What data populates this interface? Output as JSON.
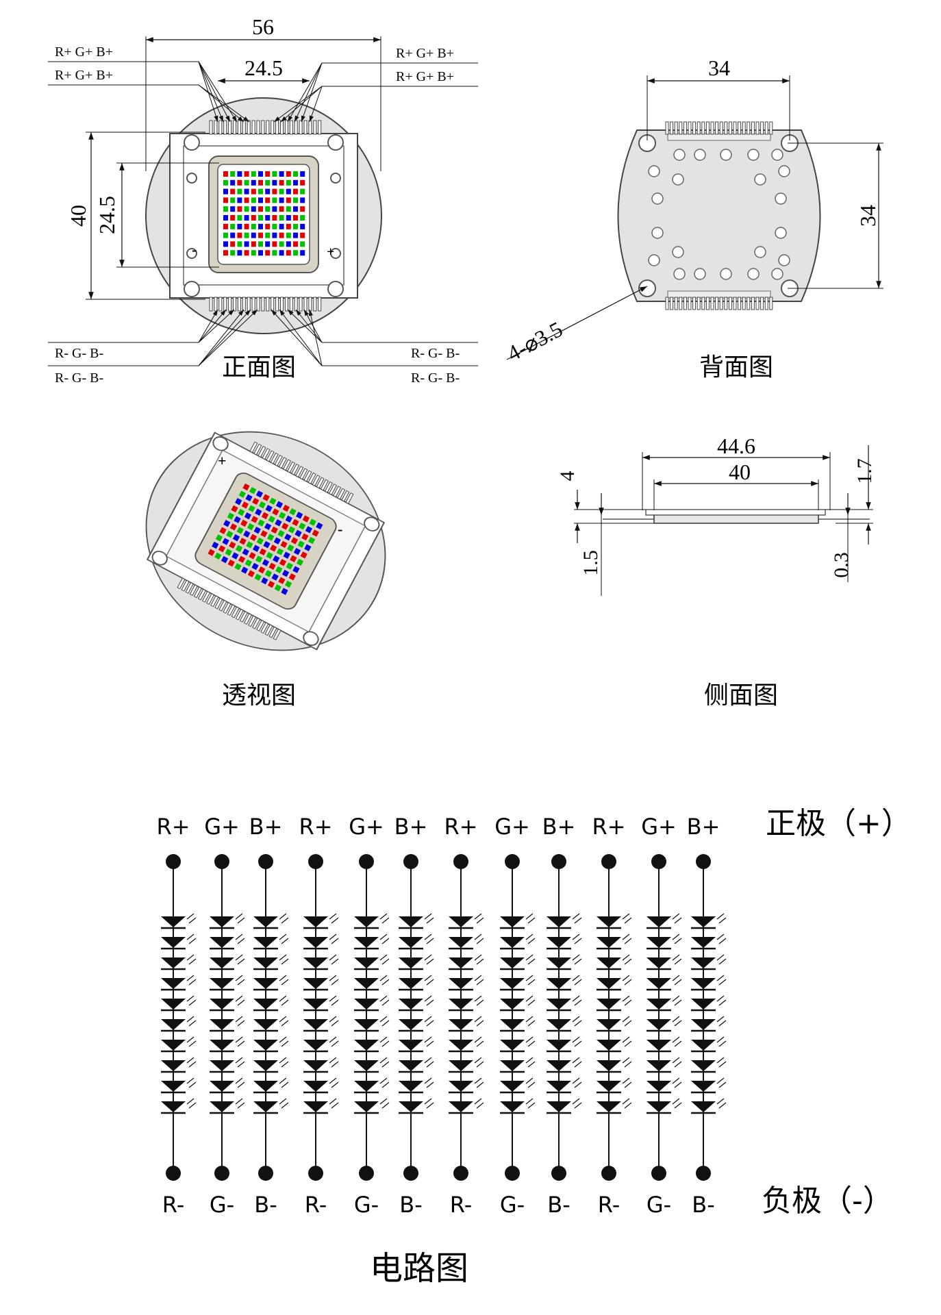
{
  "front_view": {
    "caption": "正面图",
    "dim_width": "56",
    "dim_pitch": "24.5",
    "dim_height": "40",
    "dim_inner": "24.5",
    "top_left_labels": [
      "R+ G+ B+",
      "R+ G+ B+"
    ],
    "top_right_labels": [
      "R+ G+ B+",
      "R+ G+ B+"
    ],
    "bottom_left_labels": [
      "R- G- B-",
      "R- G- B-"
    ],
    "bottom_right_labels": [
      "R- G- B-",
      "R- G- B-"
    ],
    "minus_sign": "-",
    "plus_sign": "+"
  },
  "back_view": {
    "caption": "背面图",
    "dim_width": "34",
    "dim_height": "34",
    "hole_label": "4-⌀3.5"
  },
  "perspective_view": {
    "caption": "透视图",
    "plus_sign": "+",
    "minus_sign": "-"
  },
  "side_view": {
    "caption": "侧面图",
    "dim_total": "44.6",
    "dim_body": "40",
    "dim_4": "4",
    "dim_1_7": "1.7",
    "dim_1_5": "1.5",
    "dim_0_3": "0.3"
  },
  "circuit": {
    "caption": "电路图",
    "positive_label": "正极（+）",
    "negative_label": "负极（-）",
    "top_terminals": [
      "R+",
      "G+",
      "B+",
      "R+",
      "G+",
      "B+",
      "R+",
      "G+",
      "B+",
      "R+",
      "G+",
      "B+"
    ],
    "bottom_terminals": [
      "R-",
      "G-",
      "B-",
      "R-",
      "G-",
      "B-",
      "R-",
      "G-",
      "B-",
      "R-",
      "G-",
      "B-"
    ],
    "leds_per_string": 10
  },
  "colors": {
    "red": "#e00000",
    "green": "#00c000",
    "blue": "#0000e0",
    "board": "#e6e6e6",
    "frame": "#d8d3c8"
  }
}
